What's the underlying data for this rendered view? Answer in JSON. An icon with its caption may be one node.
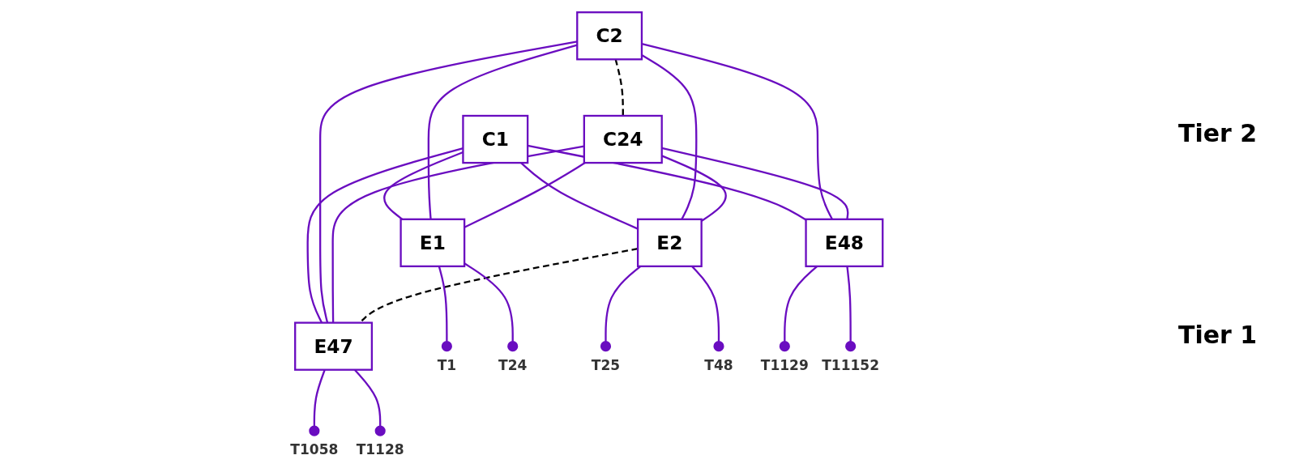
{
  "diagram": {
    "nodes": [
      {
        "text": [
          "C1"
        ]
      },
      {
        "text": [
          "C2"
        ]
      },
      {
        "text": [
          "C24"
        ]
      },
      {
        "text": [
          "E1"
        ]
      },
      {
        "text": [
          "E2"
        ]
      },
      {
        "text": [
          "E47"
        ]
      },
      {
        "text": [
          "E48"
        ]
      },
      {
        "text": [],
        "shape": "circle",
        "beside": [
          "T1"
        ]
      },
      {
        "text": [],
        "shape": "circle",
        "beside": [
          "T24"
        ]
      },
      {
        "text": [],
        "shape": "circle",
        "beside": [
          "T25"
        ]
      },
      {
        "text": [],
        "shape": "circle",
        "beside": [
          "T48"
        ]
      },
      {
        "text": [],
        "shape": "circle",
        "beside": [
          "T1058"
        ]
      },
      {
        "text": [],
        "shape": "circle",
        "beside": [
          "T1128"
        ]
      },
      {
        "text": [],
        "shape": "circle",
        "beside": [
          "T1129"
        ]
      },
      {
        "text": [],
        "shape": "circle",
        "beside": [
          "T11152"
        ]
      }
    ],
    "edges": [
      {
        "from": 0,
        "to": 3,
        "arrow": "none"
      },
      {
        "from": 0,
        "to": 4,
        "arrow": "none"
      },
      {
        "from": 0,
        "to": 5,
        "arrow": "none"
      },
      {
        "from": 0,
        "to": 6,
        "arrow": "none"
      },
      {
        "from": 1,
        "to": 3,
        "arrow": "none"
      },
      {
        "from": 1,
        "to": 4,
        "arrow": "none"
      },
      {
        "from": 1,
        "to": 5,
        "arrow": "none"
      },
      {
        "from": 1,
        "to": 6,
        "arrow": "none"
      },
      {
        "from": 2,
        "to": 3,
        "arrow": "none"
      },
      {
        "from": 2,
        "to": 4,
        "arrow": "none"
      },
      {
        "from": 2,
        "to": 5,
        "arrow": "none"
      },
      {
        "from": 2,
        "to": 6,
        "arrow": "none"
      },
      {
        "from": 1,
        "to": 2,
        "arrow": "none",
        "style": "dashed",
        "color": "#000000"
      },
      {
        "from": 4,
        "to": 5,
        "arrow": "none",
        "style": "dashed",
        "color": "#000000"
      },
      {
        "from": 3,
        "to": 7,
        "arrow": "none"
      },
      {
        "from": 3,
        "to": 8,
        "arrow": "none"
      },
      {
        "from": 4,
        "to": 9,
        "arrow": "none"
      },
      {
        "from": 4,
        "to": 10,
        "arrow": "none"
      },
      {
        "from": 5,
        "to": 11,
        "arrow": "none"
      },
      {
        "from": 5,
        "to": 12,
        "arrow": "none"
      },
      {
        "from": 6,
        "to": 13,
        "arrow": "none"
      },
      {
        "from": 6,
        "to": 14,
        "arrow": "none"
      }
    ],
    "labels": [
      "Tier 2",
      "Tier 1"
    ]
  }
}
